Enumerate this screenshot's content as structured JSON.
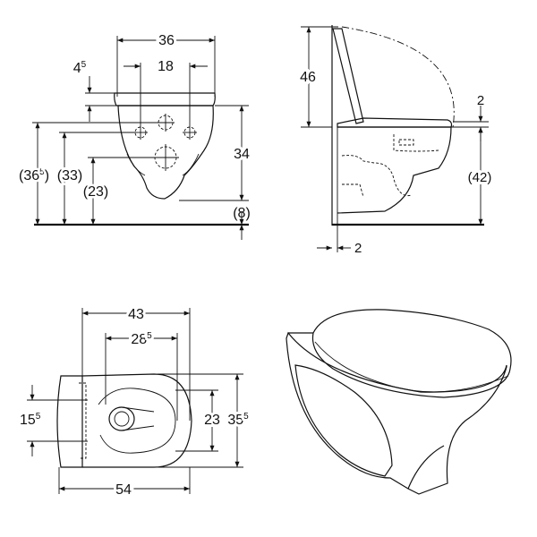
{
  "front_view": {
    "width_total": "36",
    "width_inner": "18",
    "offset_top": "4",
    "offset_top_sup": "5",
    "height_right": "34",
    "height_below": "(8)",
    "height_left_outer_main": "(36",
    "height_left_outer_sup": "5",
    "height_left_outer_close": ")",
    "height_left_mid": "(33)",
    "height_left_inner": "(23)"
  },
  "side_view": {
    "height_seat": "46",
    "seat_gap": "2",
    "height_body": "(42)",
    "wall_gap": "2"
  },
  "top_view": {
    "length_bowl": "43",
    "width_outlet_main": "28",
    "width_outlet_sup": "5",
    "length_total": "54",
    "width_left_main": "15",
    "width_left_sup": "5",
    "width_inner": "23",
    "width_total_main": "35",
    "width_total_sup": "5"
  },
  "iso_view": {
    "icon": "toilet-3d-icon"
  }
}
